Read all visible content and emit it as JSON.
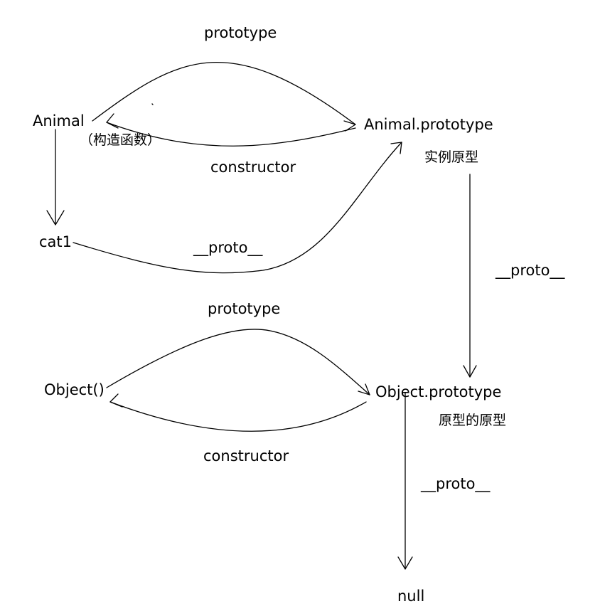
{
  "nodes": {
    "animal": "Animal",
    "animal_note": "（构造函数）",
    "animal_prototype": "Animal.prototype",
    "animal_prototype_note": "实例原型",
    "cat1": "cat1",
    "object_ctor": "Object()",
    "object_prototype": "Object.prototype",
    "object_prototype_note": "原型的原型",
    "null_node": "null"
  },
  "edges": {
    "animal_prototype_link": "prototype",
    "animal_constructor_link": "constructor",
    "cat1_proto_link": "__proto__",
    "animal_proto_chain_link": "__proto__",
    "object_prototype_link": "prototype",
    "object_constructor_link": "constructor",
    "object_proto_null_link": "__proto__"
  }
}
